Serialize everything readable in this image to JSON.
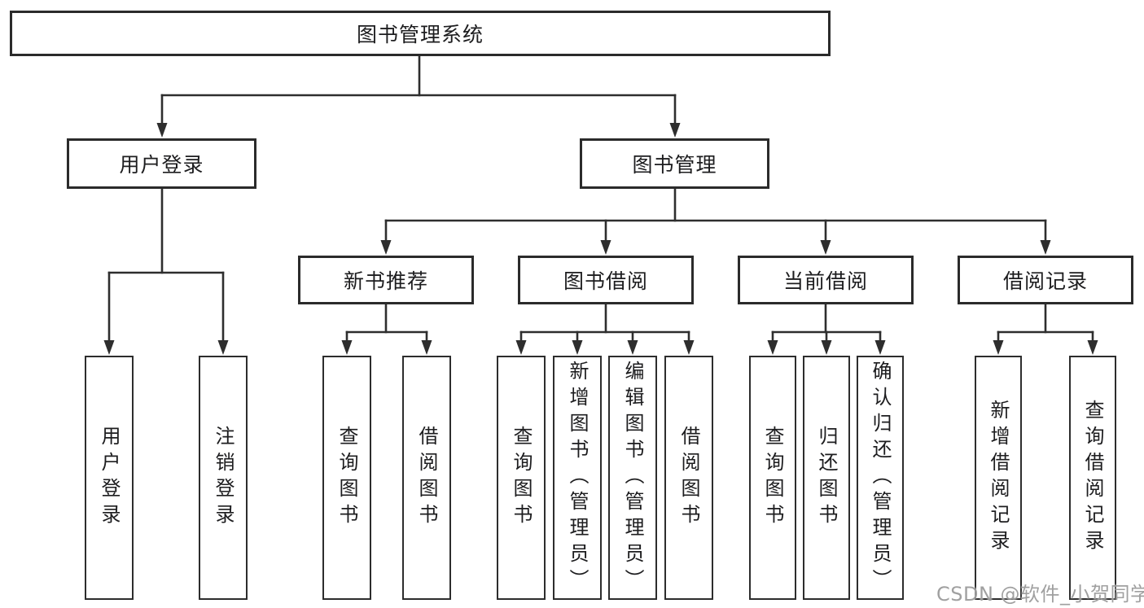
{
  "diagram_title": "图书管理系统",
  "tree": {
    "label": "图书管理系统",
    "children": [
      {
        "label": "用户登录",
        "children": [
          {
            "label": "用户登录"
          },
          {
            "label": "注销登录"
          }
        ]
      },
      {
        "label": "图书管理",
        "children": [
          {
            "label": "新书推荐",
            "children": [
              {
                "label": "查询图书"
              },
              {
                "label": "借阅图书"
              }
            ]
          },
          {
            "label": "图书借阅",
            "children": [
              {
                "label": "查询图书"
              },
              {
                "label": "新增图书（管理员）"
              },
              {
                "label": "编辑图书（管理员）"
              },
              {
                "label": "借阅图书"
              }
            ]
          },
          {
            "label": "当前借阅",
            "children": [
              {
                "label": "查询图书"
              },
              {
                "label": "归还图书"
              },
              {
                "label": "确认归还（管理员）"
              }
            ]
          },
          {
            "label": "借阅记录",
            "children": [
              {
                "label": "新增借阅记录"
              },
              {
                "label": "查询借阅记录"
              }
            ]
          }
        ]
      }
    ]
  },
  "watermark": "CSDN @软件_小贺同学",
  "colors": {
    "line": "#2e2e2e",
    "box_border": "#2b2b2b",
    "text": "#1d1d1f",
    "watermark": "#989898",
    "background": "#ffffff"
  }
}
